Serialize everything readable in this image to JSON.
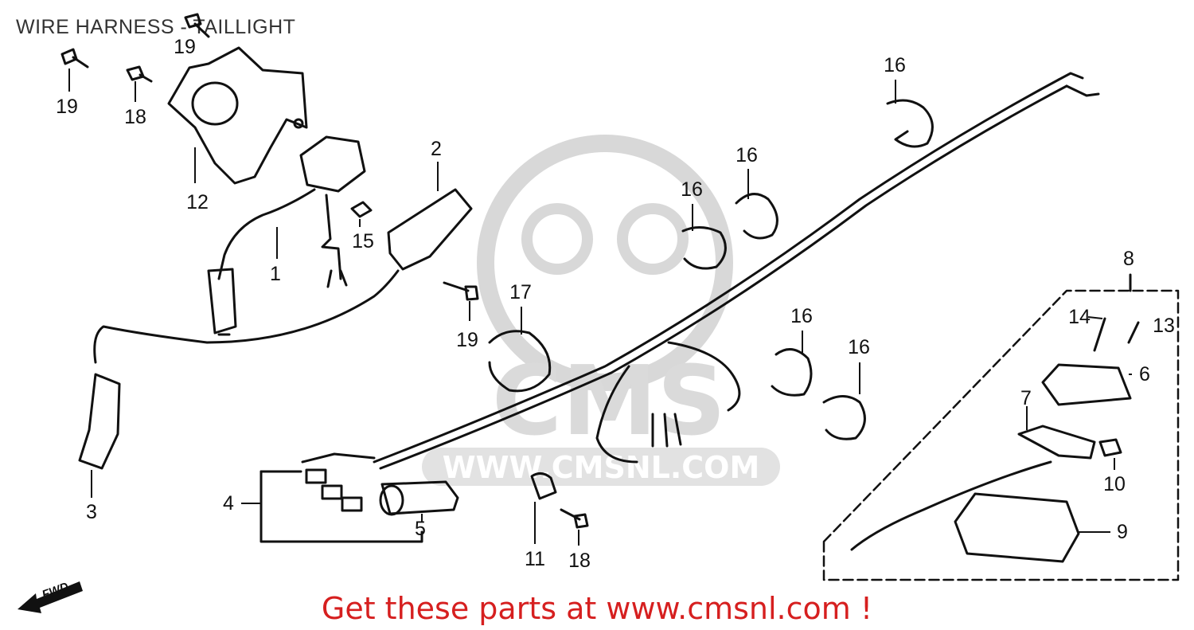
{
  "title": "WIRE HARNESS - TAILLIGHT",
  "watermark": {
    "url_text": "WWW.CMSNL.COM",
    "brand_text": "CMS",
    "color": "#d0d0d0"
  },
  "footer": {
    "text": "Get these parts at www.cmsnl.com !",
    "color": "#d61f1f"
  },
  "forward_marker": "FWD",
  "callouts": [
    "1",
    "2",
    "3",
    "4",
    "5",
    "6",
    "7",
    "8",
    "9",
    "10",
    "11",
    "12",
    "13",
    "14",
    "15",
    "16",
    "17",
    "18",
    "19"
  ],
  "callout_placements": [
    {
      "part": "19"
    },
    {
      "part": "19"
    },
    {
      "part": "18"
    },
    {
      "part": "12"
    },
    {
      "part": "2"
    },
    {
      "part": "15"
    },
    {
      "part": "1"
    },
    {
      "part": "16"
    },
    {
      "part": "16"
    },
    {
      "part": "16"
    },
    {
      "part": "17"
    },
    {
      "part": "19"
    },
    {
      "part": "16"
    },
    {
      "part": "16"
    },
    {
      "part": "8"
    },
    {
      "part": "14"
    },
    {
      "part": "13"
    },
    {
      "part": "6"
    },
    {
      "part": "7"
    },
    {
      "part": "10"
    },
    {
      "part": "9"
    },
    {
      "part": "3"
    },
    {
      "part": "4"
    },
    {
      "part": "5"
    },
    {
      "part": "11"
    },
    {
      "part": "18"
    }
  ],
  "colors": {
    "line": "#111111",
    "watermark": "#d0d0d0",
    "footer": "#d61f1f"
  }
}
